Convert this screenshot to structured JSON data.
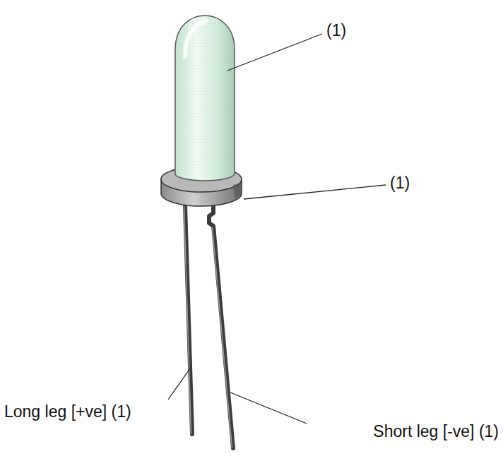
{
  "diagram": {
    "labels": [
      "(1)",
      "(1)",
      "Long leg [+ve] (1)",
      "Short leg [-ve] (1)"
    ]
  }
}
